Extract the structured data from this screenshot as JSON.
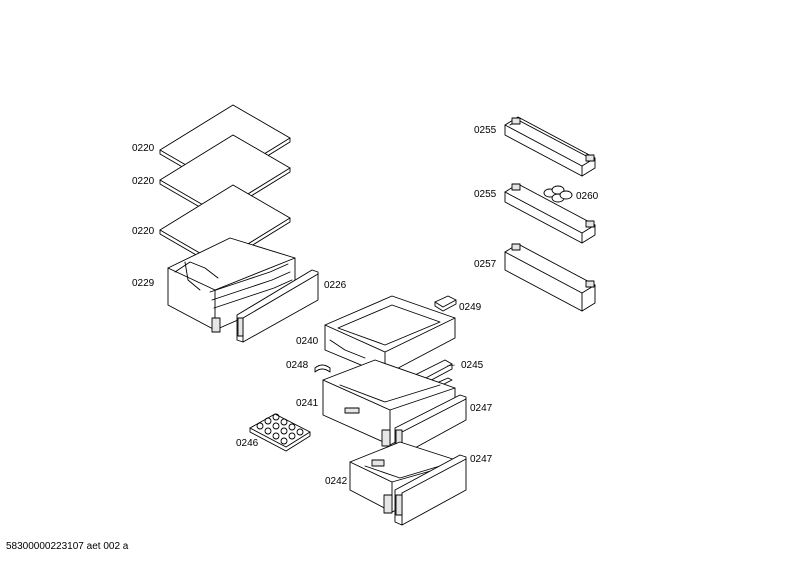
{
  "parts": [
    {
      "id": "label-0220-a",
      "text": "0220"
    },
    {
      "id": "label-0220-b",
      "text": "0220"
    },
    {
      "id": "label-0220-c",
      "text": "0220"
    },
    {
      "id": "label-0229",
      "text": "0229"
    },
    {
      "id": "label-0226",
      "text": "0226"
    },
    {
      "id": "label-0240",
      "text": "0240"
    },
    {
      "id": "label-0248",
      "text": "0248"
    },
    {
      "id": "label-0241",
      "text": "0241"
    },
    {
      "id": "label-0246",
      "text": "0246"
    },
    {
      "id": "label-0242",
      "text": "0242"
    },
    {
      "id": "label-0249",
      "text": "0249"
    },
    {
      "id": "label-0245",
      "text": "0245"
    },
    {
      "id": "label-0247-a",
      "text": "0247"
    },
    {
      "id": "label-0247-b",
      "text": "0247"
    },
    {
      "id": "label-0255-a",
      "text": "0255"
    },
    {
      "id": "label-0255-b",
      "text": "0255"
    },
    {
      "id": "label-0260",
      "text": "0260"
    },
    {
      "id": "label-0257",
      "text": "0257"
    }
  ],
  "footer": {
    "code": "58300000223107 aet 002 a"
  }
}
